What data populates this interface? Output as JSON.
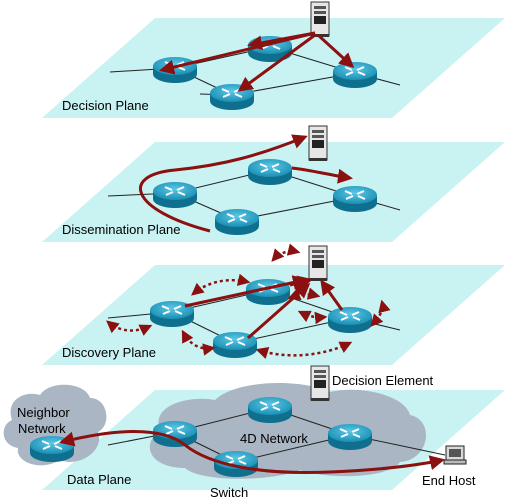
{
  "planes": [
    {
      "label": "Decision Plane"
    },
    {
      "label": "Dissemination Plane"
    },
    {
      "label": "Discovery Plane"
    },
    {
      "label": "Data Plane"
    }
  ],
  "labels": {
    "decision_element": "Decision Element",
    "network": "4D Network",
    "neighbor_line1": "Neighbor",
    "neighbor_line2": "Network",
    "end_host": "End Host",
    "switch": "Switch"
  },
  "colors": {
    "plane": "#c9f2f2",
    "arrow": "#8b1010",
    "router": "#1a8fb3",
    "cloud": "#aab6c3"
  }
}
